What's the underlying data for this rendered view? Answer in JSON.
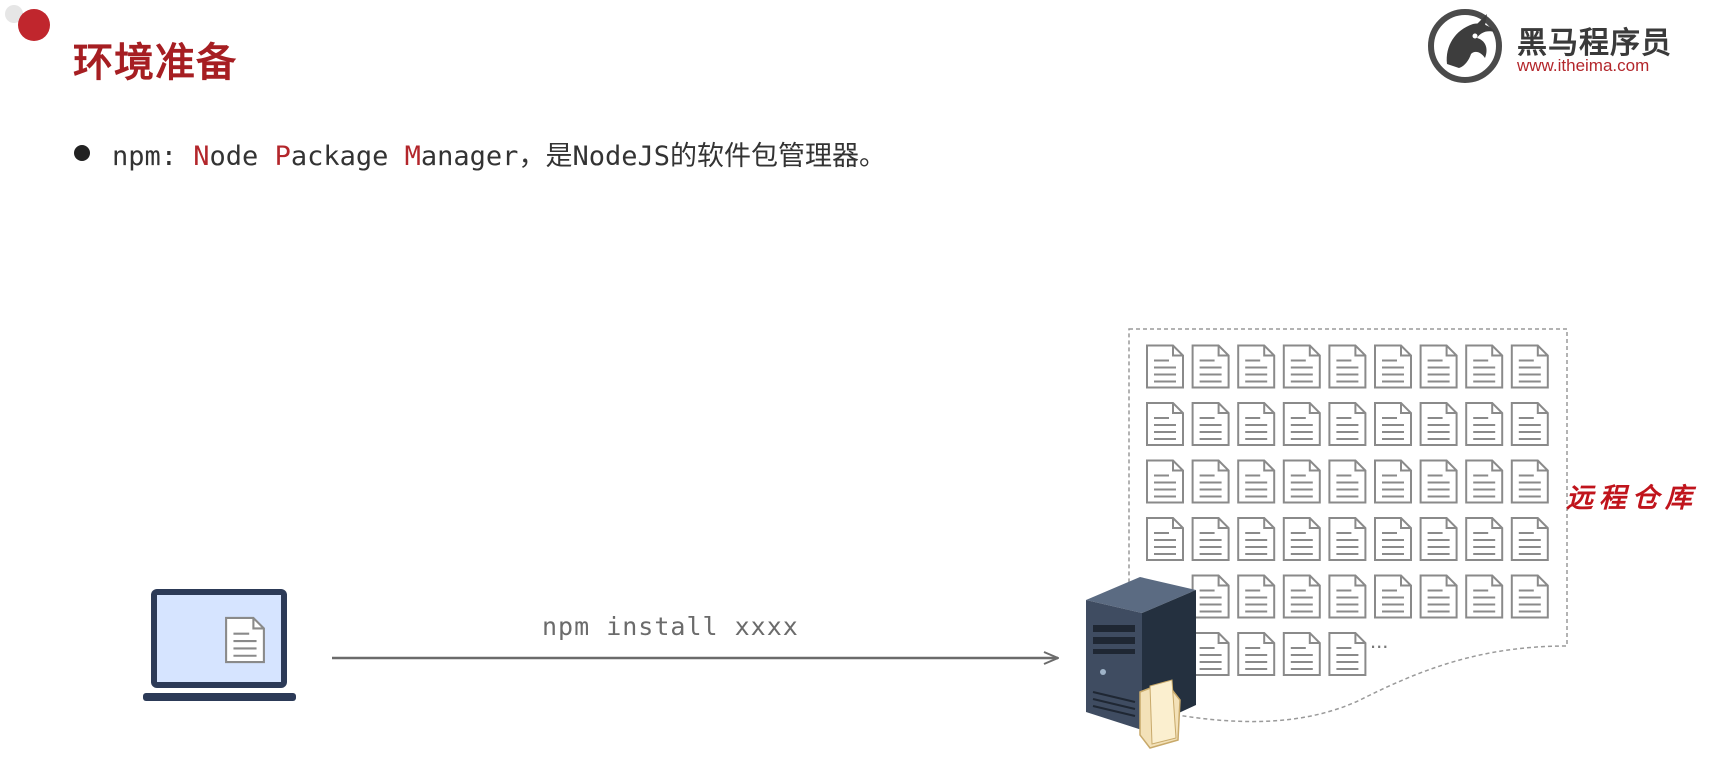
{
  "slide": {
    "title": "环境准备",
    "accent_color": "#c0262d"
  },
  "logo": {
    "name_cn": "黑马程序员",
    "url": "www.itheima.com",
    "icon": "horse-head-logo-icon"
  },
  "bullet": {
    "prefix": "npm: ",
    "n_letter": "N",
    "n_rest": "ode ",
    "p_letter": "P",
    "p_rest": "ackage ",
    "m_letter": "M",
    "m_rest": "anager",
    "suffix": "，是NodeJS的软件包管理器。"
  },
  "diagram": {
    "command": "npm install xxxx",
    "repo_label": "远程仓库",
    "ellipsis": "...",
    "client_icon": "laptop-icon",
    "server_icon": "server-icon",
    "package_icon": "document-icon"
  }
}
